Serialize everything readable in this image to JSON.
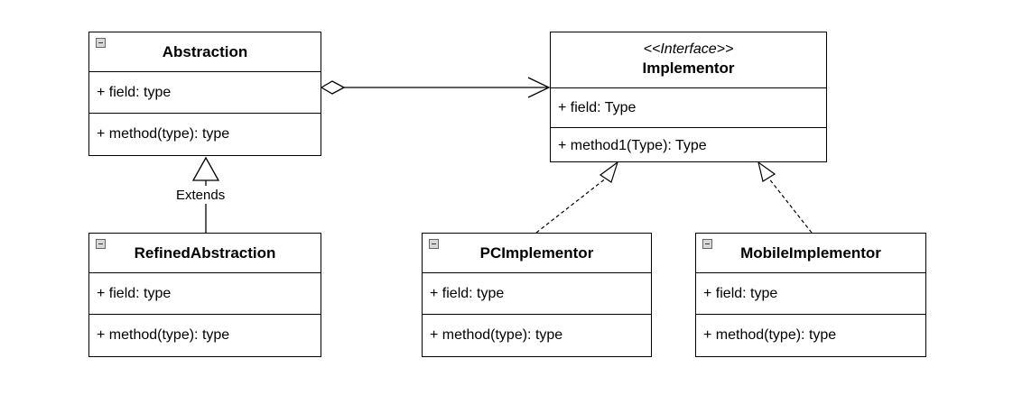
{
  "classes": {
    "abstraction": {
      "name": "Abstraction",
      "field": "+ field: type",
      "method": "+ method(type): type"
    },
    "implementor": {
      "stereotype": "<<Interface>>",
      "name": "Implementor",
      "field": "+ field: Type",
      "method": "+ method1(Type): Type"
    },
    "refined": {
      "name": "RefinedAbstraction",
      "field": "+ field: type",
      "method": "+ method(type): type"
    },
    "pc": {
      "name": "PCImplementor",
      "field": "+ field: type",
      "method": "+ method(type): type"
    },
    "mobile": {
      "name": "MobileImplementor",
      "field": "+ field: type",
      "method": "+ method(type): type"
    }
  },
  "relations": {
    "extends_label": "Extends"
  }
}
